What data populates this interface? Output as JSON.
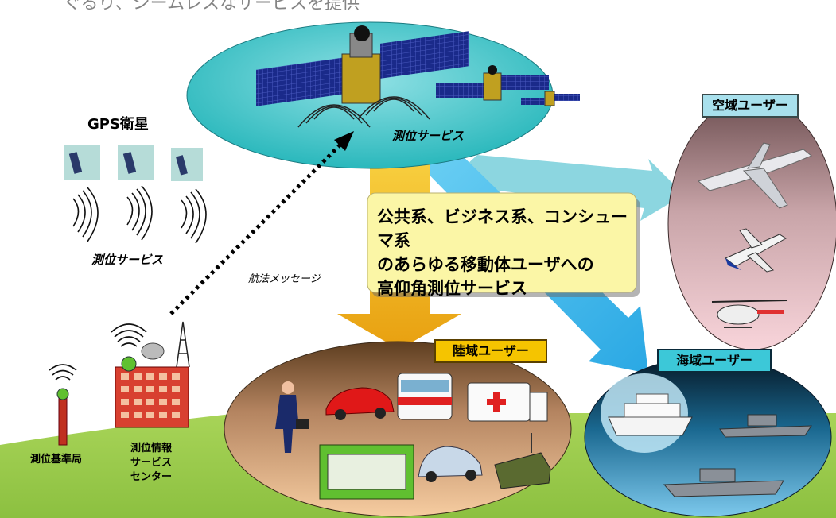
{
  "top_caption": "ぐるり、シームレスなサービスを提供",
  "satellite_service_label": "測位サービス",
  "gps_title": "GPS衛星",
  "gps_service_label": "測位サービス",
  "nav_message_label": "航法メッセージ",
  "center_text": {
    "line1": "公共系、ビジネス系、コンシューマ系",
    "line2": "のあらゆる移動体ユーザへの",
    "line3": "高仰角測位サービス"
  },
  "air_users_label": "空域ユーザー",
  "land_users_label": "陸域ユーザー",
  "sea_users_label": "海域ユーザー",
  "reference_station_label": "測位基準局",
  "service_center_label": {
    "line1": "測位情報",
    "line2": "サービス",
    "line3": "センター"
  },
  "colors": {
    "sky_ellipse": "#3ec6c8",
    "arrow_yellow": "#f2b81c",
    "arrow_cyan": "#44c0ec",
    "arrow_lightcyan": "#7fd3de",
    "ground": "#9ccc4c",
    "callout_fill": "#fbf6a6",
    "air_top": "#7a5a5c",
    "air_bottom": "#f7d0d6",
    "land_top": "#6a4a2a",
    "land_bottom": "#f4c89a",
    "sea_top": "#0a2030",
    "sea_bottom": "#5fb0dc",
    "label_air_bg": "#a8e0ec",
    "label_land_bg": "#f5c400",
    "label_sea_bg": "#3cc8d8"
  }
}
